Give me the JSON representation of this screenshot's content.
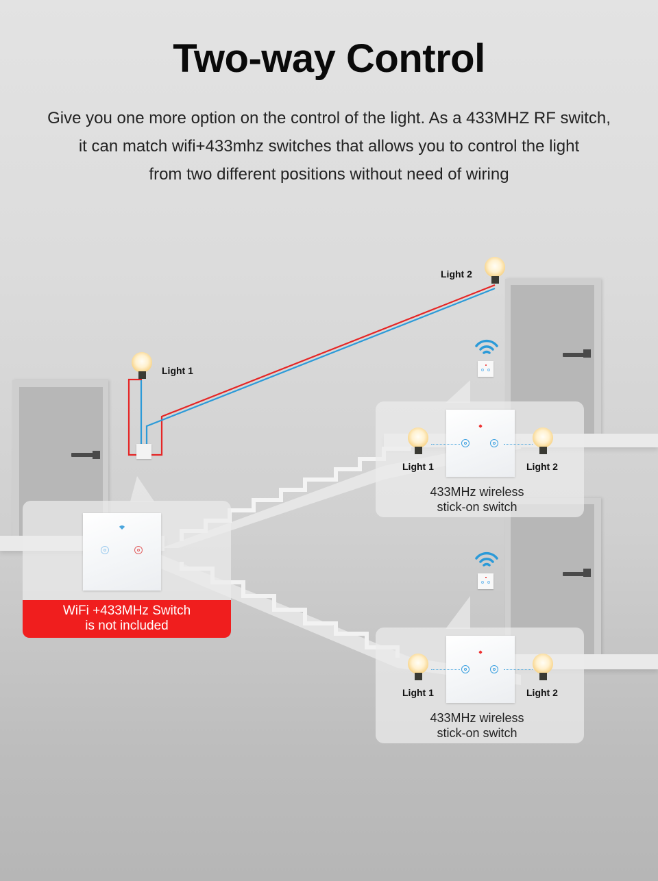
{
  "header": {
    "title": "Two-way Control",
    "description": [
      "Give you one more option on the control of the light. As a 433MHZ RF switch,",
      "it can match wifi+433mhz switches that allows you to control the light",
      "from two different positions without need of wiring"
    ]
  },
  "diagram": {
    "wired_lights": [
      {
        "label": "Light 1"
      },
      {
        "label": "Light 2"
      }
    ],
    "wire_colors": {
      "live": "#e52525",
      "neutral": "#2b9ad8"
    },
    "main_switch": {
      "banner_line1": "WiFi +433MHz Switch",
      "banner_line2": "is not included",
      "banner_color": "#f01e1e"
    },
    "remote_panels": [
      {
        "light_left": "Light 1",
        "light_right": "Light 2",
        "caption_line1": "433MHz wireless",
        "caption_line2": "stick-on switch"
      },
      {
        "light_left": "Light 1",
        "light_right": "Light 2",
        "caption_line1": "433MHz wireless",
        "caption_line2": "stick-on switch"
      }
    ],
    "icons": [
      "bulb-icon",
      "wifi-icon",
      "touch-button-icon",
      "door-handle-icon"
    ]
  }
}
